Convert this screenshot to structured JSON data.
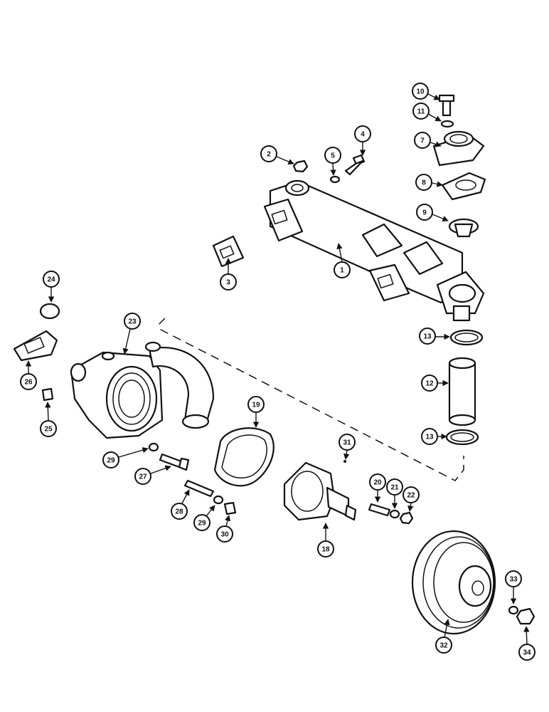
{
  "callouts": [
    "1",
    "2",
    "3",
    "4",
    "5",
    "7",
    "8",
    "9",
    "10",
    "11",
    "12",
    "13",
    "13",
    "18",
    "19",
    "20",
    "21",
    "22",
    "23",
    "24",
    "25",
    "26",
    "27",
    "28",
    "29",
    "29",
    "30",
    "31",
    "32",
    "33",
    "34"
  ]
}
